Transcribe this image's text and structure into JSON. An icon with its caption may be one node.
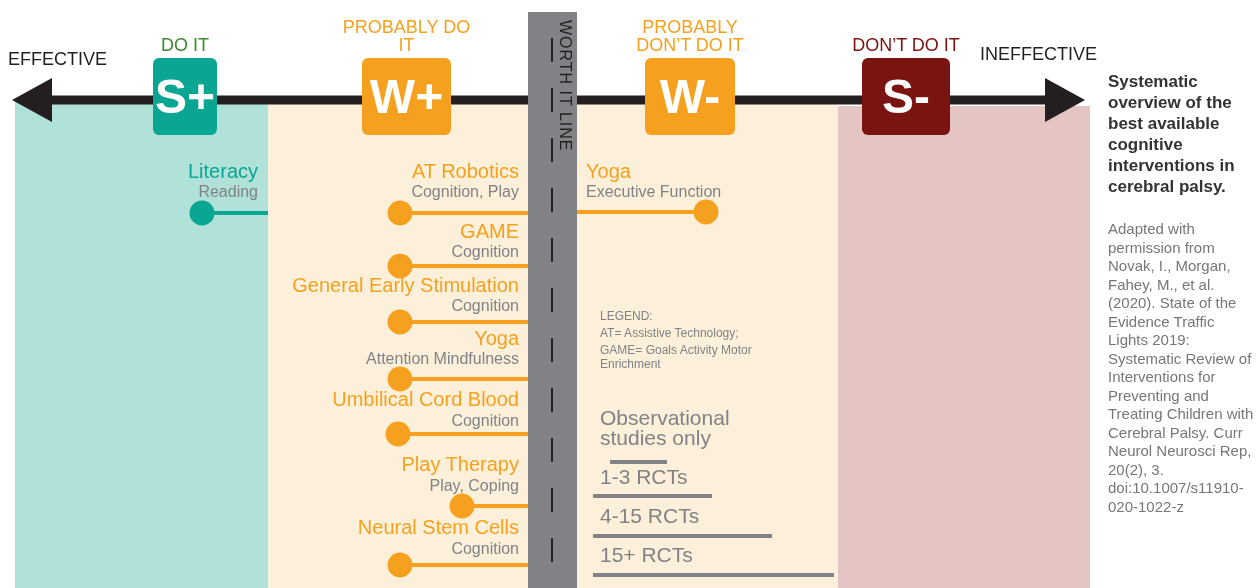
{
  "diagram": {
    "title": "Systematic overview of the best available cognitive interventions in cerebral palsy.",
    "caption": "Adapted with permission from Novak, I., Morgan, Fahey, M., et al. (2020). State of the Evidence Traffic Lights 2019: Systematic Review of Interventions for Preventing and Treating Children with Cerebral Palsy. Curr Neurol Neurosci Rep, 20(2), 3. doi:10.1007/s11910-020-1022-z",
    "nodes": [
      {
        "text": [
          "DO IT",
          "S+"
        ]
      },
      {
        "text": [
          "PROBABLY DO IT",
          "W+"
        ]
      },
      {
        "text": [
          "WORTH IT LINE"
        ]
      },
      {
        "text": [
          "PROBABLY DON’T DO IT",
          "W-"
        ]
      },
      {
        "text": [
          "DON’T DO IT",
          "S-"
        ]
      }
    ],
    "edges": [],
    "labels": [
      "EFFECTIVE",
      "INEFFECTIVE",
      "Literacy",
      "Reading",
      "AT Robotics",
      "Cognition, Play",
      "GAME",
      "Cognition",
      "General Early Stimulation",
      "Cognition",
      "Yoga",
      "Attention Mindfulness",
      "Umbilical Cord Blood",
      "Cognition",
      "Play Therapy",
      "Play, Coping",
      "Neural Stem Cells",
      "Cognition",
      "Yoga",
      "Executive Function",
      "LEGEND:",
      "AT= Assistive Technology;",
      "GAME= Goals Activity Motor Enrichment"
    ],
    "legend": [
      {
        "text": "Observational studies only"
      },
      {
        "text": "1-3 RCTs"
      },
      {
        "text": "4-15 RCTs"
      },
      {
        "text": "15+ RCTs"
      }
    ]
  }
}
